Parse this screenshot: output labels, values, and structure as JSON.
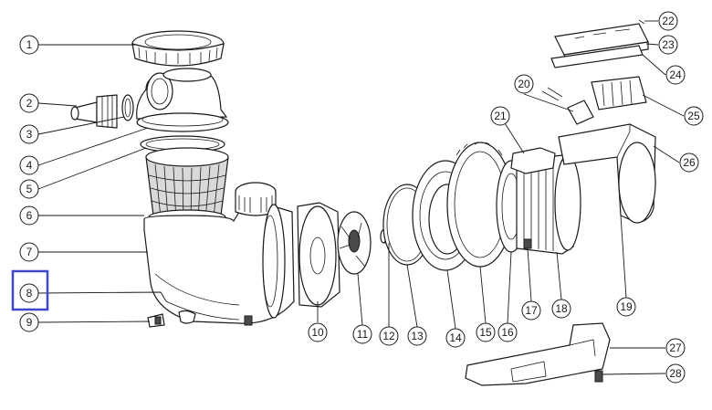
{
  "callouts": [
    "1",
    "2",
    "3",
    "4",
    "5",
    "6",
    "7",
    "8",
    "9",
    "10",
    "11",
    "12",
    "13",
    "14",
    "15",
    "16",
    "17",
    "18",
    "19",
    "20",
    "21",
    "22",
    "23",
    "24",
    "25",
    "26",
    "27",
    "28"
  ],
  "highlight": {
    "callout": "8",
    "color": "#3f48cc"
  }
}
